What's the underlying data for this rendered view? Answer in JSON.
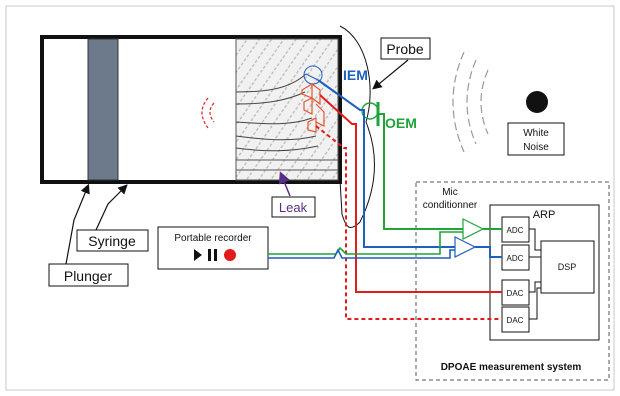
{
  "labels": {
    "probe": "Probe",
    "iem": "IEM",
    "oem": "OEM",
    "white_noise_line1": "White",
    "white_noise_line2": "Noise",
    "syringe": "Syringe",
    "plunger": "Plunger",
    "leak": "Leak",
    "portable_recorder": "Portable recorder",
    "mic_conditioner_line1": "Mic",
    "mic_conditioner_line2": "conditionner",
    "arp": "ARP",
    "adc1": "ADC",
    "adc2": "ADC",
    "dac1": "DAC",
    "dac2": "DAC",
    "dsp": "DSP",
    "system": "DPOAE measurement system"
  },
  "colors": {
    "iem": "#1f5fbf",
    "oem": "#1fa33a",
    "speaker": "#e8542f",
    "red_line": "#e21b1b",
    "leak_arrow": "#5a2d8a"
  }
}
